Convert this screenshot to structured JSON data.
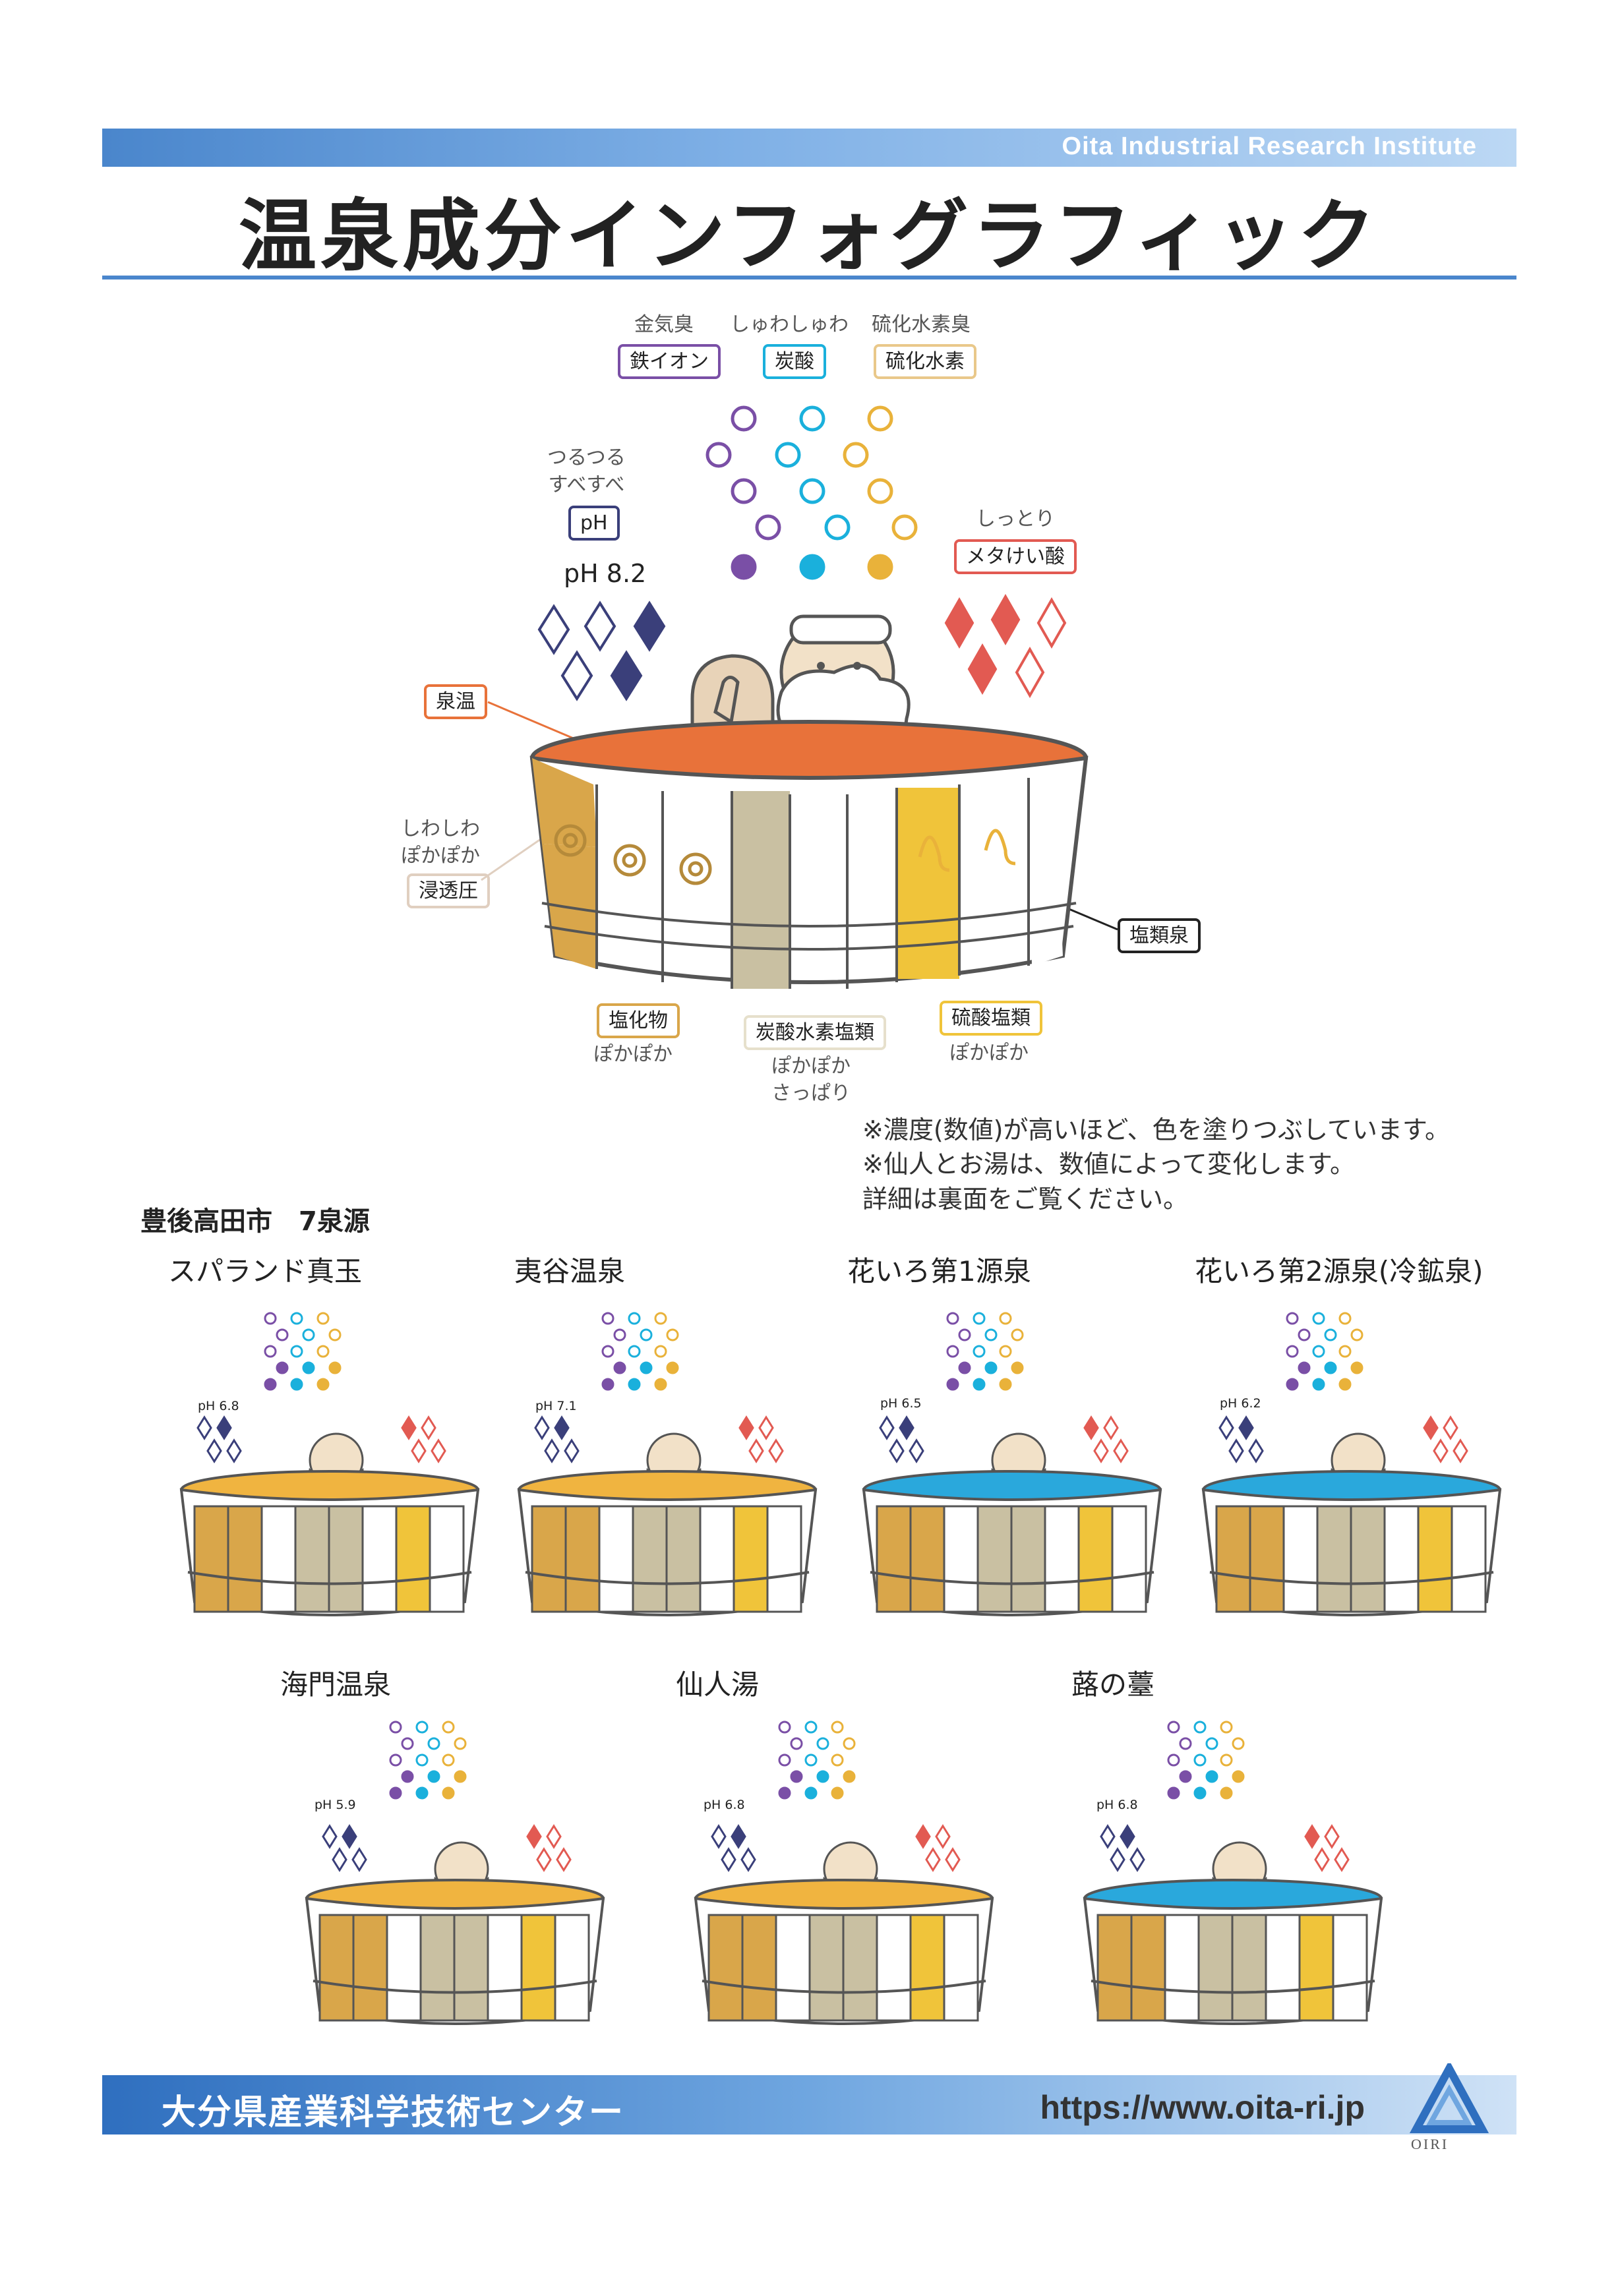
{
  "header": {
    "institute": "Oita Industrial Research Institute",
    "title": "温泉成分インフォグラフィック"
  },
  "legend": {
    "iron": {
      "caption": "金気臭",
      "label": "鉄イオン",
      "color": "#7a4fa6"
    },
    "carbonic": {
      "caption": "しゅわしゅわ",
      "label": "炭酸",
      "color": "#1ab0dc"
    },
    "sulfur": {
      "caption": "硫化水素臭",
      "label": "硫化水素",
      "color": "#e9b23a"
    },
    "ph": {
      "caption_1": "つるつる",
      "caption_2": "すべすべ",
      "label": "pH",
      "value": "pH 8.2",
      "color": "#3a3f7a"
    },
    "metasilicic": {
      "caption": "しっとり",
      "label": "メタけい酸",
      "color": "#e25a52"
    },
    "temperature": {
      "label": "泉温",
      "color": "#e8723a"
    },
    "osmotic": {
      "caption_1": "しわしわ",
      "caption_2": "ぽかぽか",
      "label": "浸透圧",
      "color": "#d9b8a4"
    },
    "salt_type": {
      "label": "塩類泉",
      "color": "#222222"
    },
    "chloride": {
      "label": "塩化物",
      "caption": "ぽかぽか",
      "color": "#d9a64a"
    },
    "bicarbonate": {
      "label": "炭酸水素塩類",
      "caption_1": "ぽかぽか",
      "caption_2": "さっぱり",
      "color": "#c9c0a2"
    },
    "sulfate": {
      "label": "硫酸塩類",
      "caption": "ぽかぽか",
      "color": "#f0c43a"
    }
  },
  "notes": [
    "※濃度(数値)が高いほど、色を塗りつぶしています。",
    "※仙人とお湯は、数値によって変化します。",
    "詳細は裏面をご覧ください。"
  ],
  "area": {
    "title": "豊後高田市　7泉源"
  },
  "springs": [
    {
      "name": "スパランド真玉",
      "ph": "pH 6.8",
      "water": "#f0b440"
    },
    {
      "name": "夷谷温泉",
      "ph": "pH 7.1",
      "water": "#f0b440"
    },
    {
      "name": "花いろ第1源泉",
      "ph": "pH 6.5",
      "water": "#2aa8dc"
    },
    {
      "name": "花いろ第2源泉(冷鉱泉)",
      "ph": "pH 6.2",
      "water": "#2aa8dc"
    },
    {
      "name": "海門温泉",
      "ph": "pH 5.9",
      "water": "#f0b440"
    },
    {
      "name": "仙人湯",
      "ph": "pH 6.8",
      "water": "#f0b440"
    },
    {
      "name": "蕗の薹",
      "ph": "pH 6.8",
      "water": "#2aa8dc"
    }
  ],
  "footer": {
    "org": "大分県産業科学技術センター",
    "url": "https://www.oita-ri.jp",
    "logo_text": "OIRI"
  }
}
